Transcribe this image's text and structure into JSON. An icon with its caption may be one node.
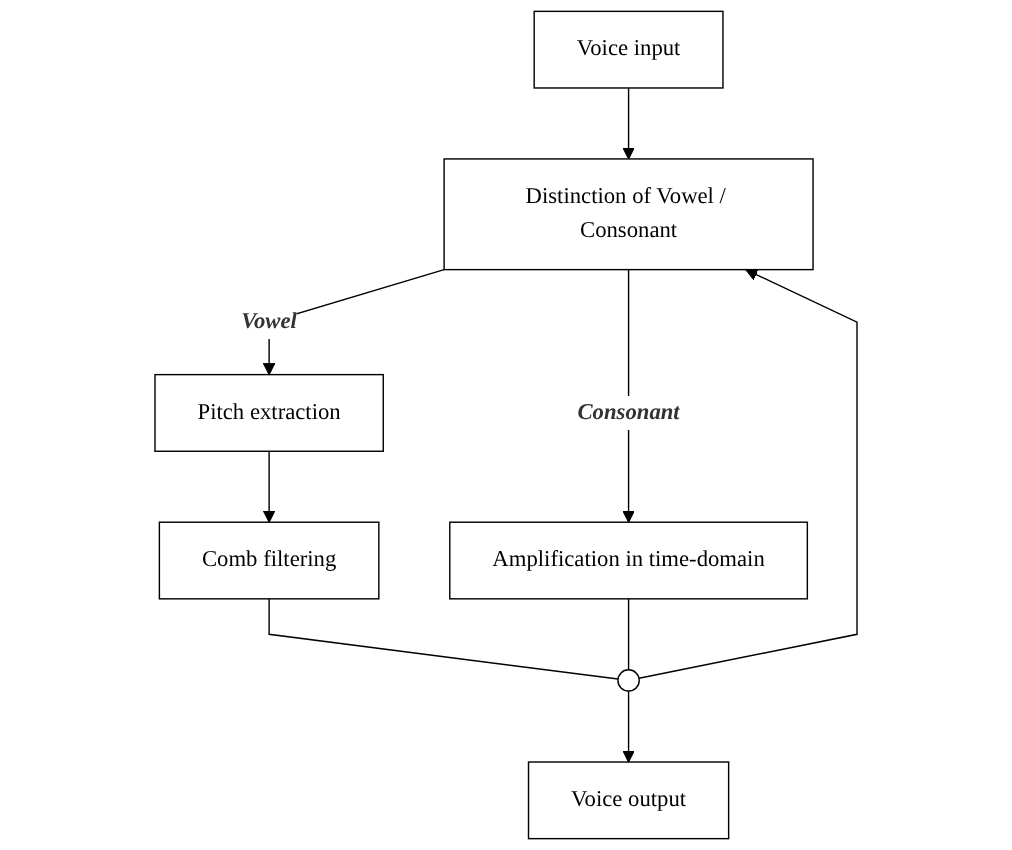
{
  "diagram": {
    "nodes": [
      {
        "text": [
          "Voice input"
        ]
      },
      {
        "text": [
          "Distinction of Vowel / Consonant"
        ]
      },
      {
        "text": [
          "Pitch extraction"
        ]
      },
      {
        "text": [
          "Amplification in time-domain"
        ]
      },
      {
        "text": [
          "Comb filtering"
        ]
      },
      {
        "text": [],
        "shape": "circle"
      },
      {
        "text": [
          "Voice output"
        ]
      }
    ],
    "edges": [
      {
        "from": 0,
        "to": 1,
        "arrow": "to"
      },
      {
        "from": 1,
        "to": 2,
        "arrow": "to",
        "label": "Vowel"
      },
      {
        "from": 1,
        "to": 3,
        "arrow": "to",
        "label": "Consonant"
      },
      {
        "from": 2,
        "to": 4,
        "arrow": "to"
      },
      {
        "from": 4,
        "to": 5,
        "arrow": "none"
      },
      {
        "from": 3,
        "to": 5,
        "arrow": "none"
      },
      {
        "from": 5,
        "to": 6,
        "arrow": "to"
      },
      {
        "from": 5,
        "to": 1,
        "arrow": "to"
      }
    ]
  }
}
